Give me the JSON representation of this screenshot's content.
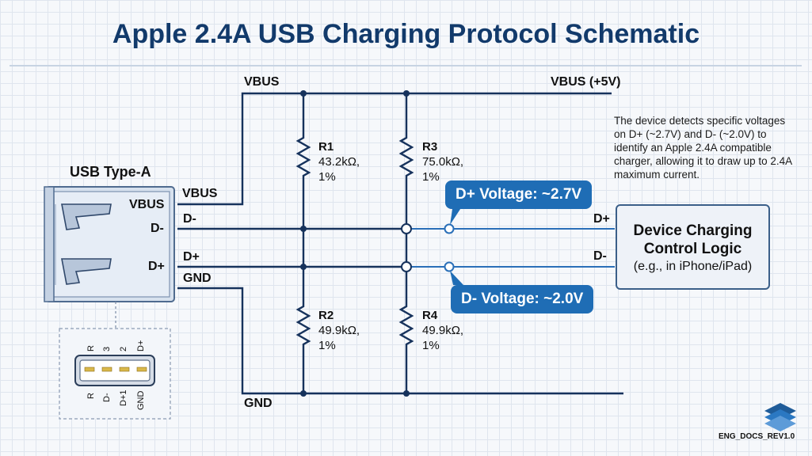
{
  "title": "Apple 2.4A USB Charging Protocol Schematic",
  "connector": {
    "title": "USB Type-A",
    "pins": {
      "vbus": "VBUS",
      "dminus": "D-",
      "dplus": "D+"
    },
    "pin_top_labels": [
      "R",
      "3",
      "2",
      "D+"
    ],
    "pin_bottom_labels": [
      "R",
      "D-",
      "D+1",
      "GND"
    ]
  },
  "nets": {
    "vbus_left": "VBUS",
    "vbus_top": "VBUS",
    "vbus_right": "VBUS (+5V)",
    "dminus_left": "D-",
    "dplus_left": "D+",
    "gnd_left": "GND",
    "gnd_bottom": "GND",
    "dplus_right": "D+",
    "dminus_right": "D-"
  },
  "resistors": {
    "r1": {
      "name": "R1",
      "value": "43.2kΩ,",
      "tol": "1%"
    },
    "r2": {
      "name": "R2",
      "value": "49.9kΩ,",
      "tol": "1%"
    },
    "r3": {
      "name": "R3",
      "value": "75.0kΩ,",
      "tol": "1%"
    },
    "r4": {
      "name": "R4",
      "value": "49.9kΩ,",
      "tol": "1%"
    }
  },
  "callouts": {
    "dplus": "D+ Voltage: ~2.7V",
    "dminus": "D- Voltage: ~2.0V"
  },
  "note": "The device detects specific voltages on D+ (~2.7V) and D- (~2.0V) to identify an Apple 2.4A compatible charger, allowing it to draw up to 2.4A maximum current.",
  "device": {
    "title_line1": "Device Charging",
    "title_line2": "Control Logic",
    "subtitle": "(e.g., in iPhone/iPad)"
  },
  "footer": "ENG_DOCS_REV1.0",
  "colors": {
    "wire": "#16325c",
    "accent": "#1f6db5",
    "title": "#123a6b"
  }
}
